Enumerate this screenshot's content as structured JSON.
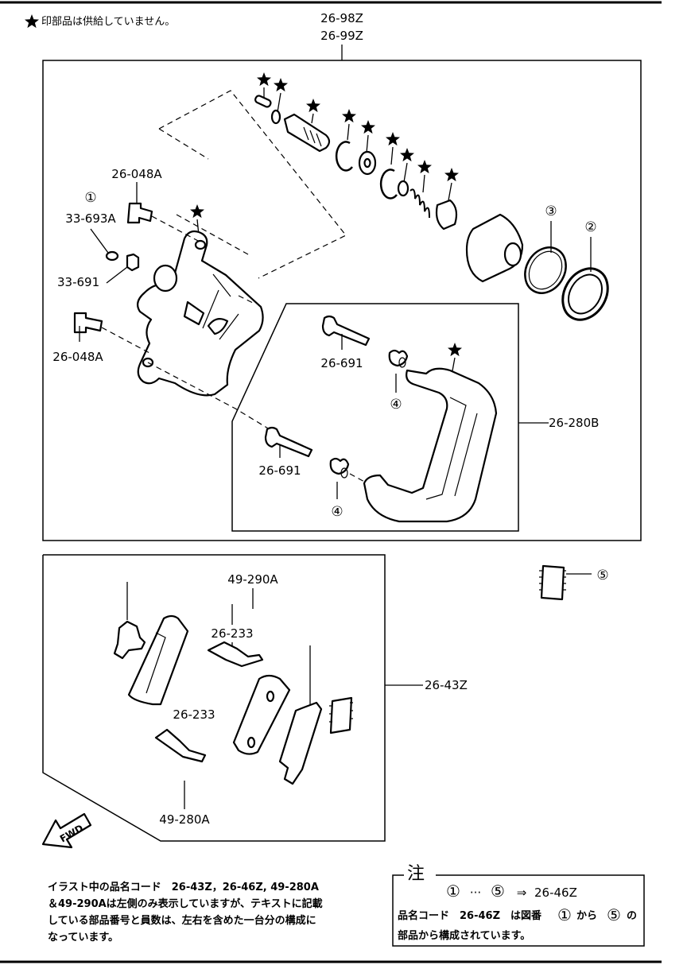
{
  "legend": {
    "star_note": "印部品は供給していません。"
  },
  "assembly": {
    "top_code_1": "26-98Z",
    "top_code_2": "26-99Z"
  },
  "labels": {
    "bolt_upper": "26-048A",
    "bolt_lower": "26-048A",
    "bleeder_cap_num": "①",
    "bleeder_cap": "33-693A",
    "bleeder_screw": "33-691",
    "guide_pin_upper": "26-691",
    "guide_pin_lower": "26-691",
    "boot_upper_num": "④",
    "boot_lower_num": "④",
    "seal_3_num": "③",
    "seal_2_num": "②",
    "bracket": "26-280B",
    "grease_num": "⑤",
    "shim_outer": "49-290A",
    "clip_upper": "26-233",
    "clip_lower": "26-233",
    "pad_kit": "26-43Z",
    "shim_inner": "49-280A",
    "fwd": "FWD"
  },
  "footnote": {
    "line1": "イラスト中の品名コード　26-43Z，26-46Z, 49-280A",
    "line2": "＆49-290Aは左側のみ表示していますが、テキストに記載",
    "line3": "している部品番号と員数は、左右を含めた一台分の構成に",
    "line4": "なっています。"
  },
  "note_box": {
    "title": "注",
    "range_start": "①",
    "range_sep": "···",
    "range_end": "⑤",
    "arrow": "⇒",
    "range_code": "26-46Z",
    "line2_a": "品名コード　26-46Z　は図番",
    "line2_num1": "①",
    "line2_b": "から",
    "line2_num5": "⑤",
    "line2_c": "の",
    "line3": "部品から構成されています。"
  }
}
